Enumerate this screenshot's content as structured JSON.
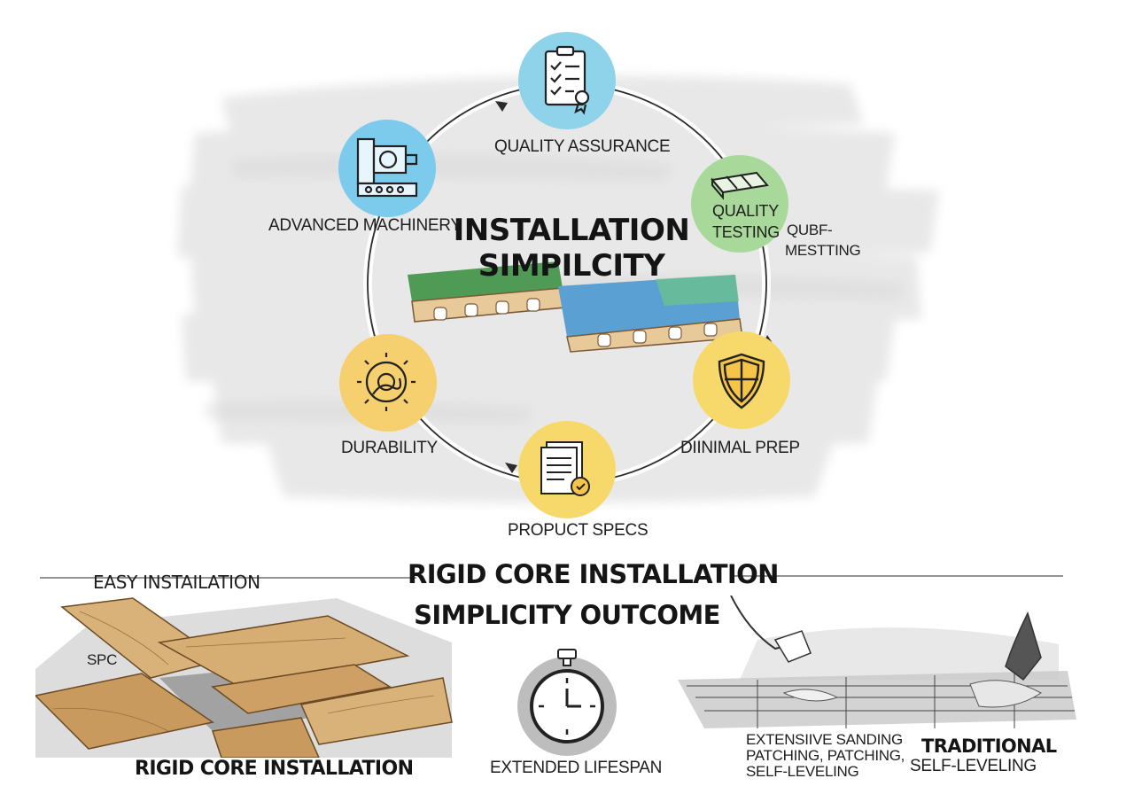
{
  "cycle": {
    "center_title_line1": "INSTALLATION",
    "center_title_line2": "SIMPILCITY",
    "nodes": [
      {
        "label": "QUALITY ASSURANCE",
        "icon": "clipboard-checklist-icon",
        "color": "#8ed3ea"
      },
      {
        "label_line1": "QUALITY",
        "label_line2": "TESTING",
        "side_line1": "QUBF-",
        "side_line2": "MESTTING",
        "icon": "planks-icon",
        "color": "#a9d99a"
      },
      {
        "label": "DIINIMAL PREP",
        "icon": "shield-icon",
        "color": "#f7d96b"
      },
      {
        "label": "PROPUCT SPECS",
        "icon": "documents-gear-icon",
        "color": "#f7d96b"
      },
      {
        "label": "DURABILITY",
        "icon": "gear-wrench-icon",
        "color": "#f6cf6e"
      },
      {
        "label": "ADVANCED MACHINERY",
        "icon": "machine-icon",
        "color": "#7ccbec"
      }
    ]
  },
  "outcome": {
    "title_line1": "RIGID CORE INSTALLATION",
    "title_line2": "SIMPLICITY OUTCOME",
    "left": {
      "top_label": "EASY INSTAILATION",
      "side_label": "SPC",
      "bottom_label": "RIGID CORE INSTALLATION"
    },
    "middle": {
      "label": "EXTENDED LIFESPAN",
      "icon": "stopwatch-icon"
    },
    "right": {
      "desc_line1": "EXTENSIIVE SANDING",
      "desc_line2": "PATCHING, PATCHING,",
      "desc_line3": "SELF-LEVELING",
      "title_line1": "TRADITIONAL",
      "title_line2": "SELF-LEVELING"
    }
  }
}
